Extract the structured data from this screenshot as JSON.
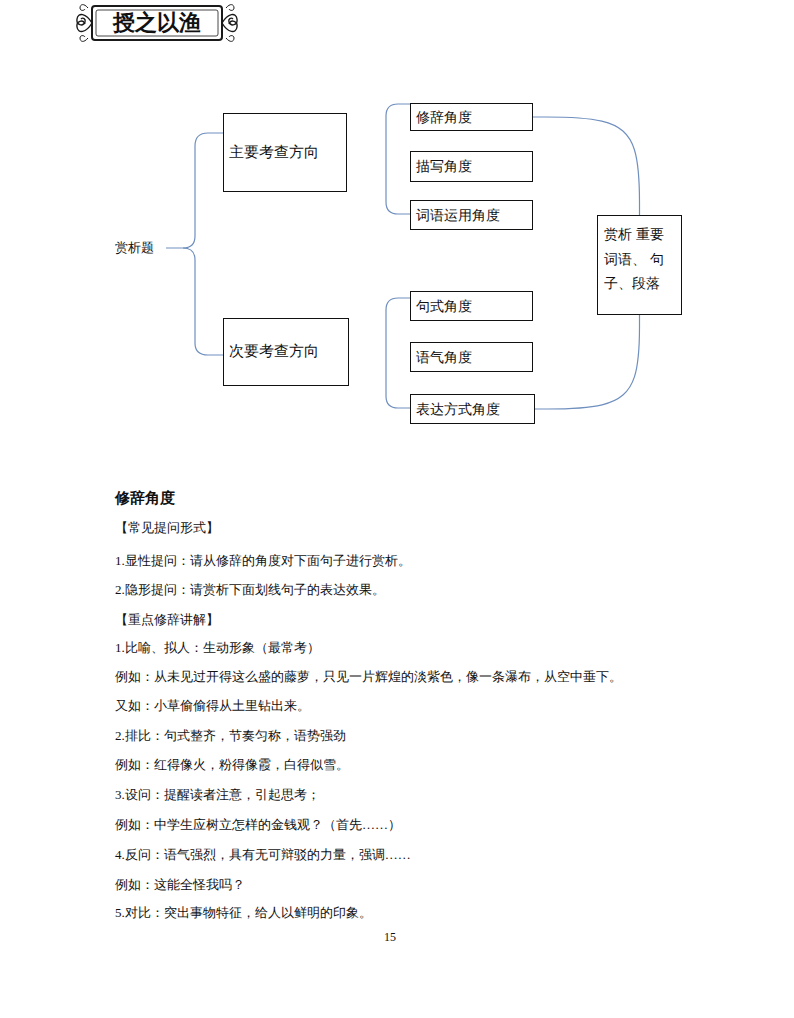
{
  "diagram": {
    "title": "授之以渔",
    "nodes": [
      {
        "text": [
          "主要考查方向"
        ]
      },
      {
        "text": [
          "修辞角度"
        ]
      },
      {
        "text": [
          "描写角度"
        ]
      },
      {
        "text": [
          "词语运用角度"
        ]
      },
      {
        "text": [
          "赏析 重要词语、 句子、段落"
        ]
      },
      {
        "text": [
          "次要考查方向"
        ]
      },
      {
        "text": [
          "句式角度"
        ]
      },
      {
        "text": [
          "语气角度"
        ]
      },
      {
        "text": [
          "表达方式角度"
        ]
      }
    ],
    "edges": [
      {
        "from": 1,
        "to": 4,
        "arrow": "none"
      },
      {
        "from": 8,
        "to": 4,
        "arrow": "none"
      }
    ],
    "labels": [
      "赏析题",
      "修辞角度",
      "【常见提问形式】",
      "1.显性提问：请从修辞的角度对下面句子进行赏析。",
      "2.隐形提问：请赏析下面划线句子的表达效果。",
      "【重点修辞讲解】",
      "1.比喻、拟人：生动形象（最常考）",
      "例如：从未见过开得这么盛的藤萝，只见一片辉煌的淡紫色，像一条瀑布，从空中垂下。",
      "又如：小草偷偷得从土里钻出来。",
      "2.排比：句式整齐，节奏匀称，语势强劲",
      "例如：红得像火，粉得像霞，白得似雪。",
      "3.设问：提醒读者注意，引起思考；",
      "例如：中学生应树立怎样的金钱观？（首先……）",
      "4.反问：语气强烈，具有无可辩驳的力量，强调……",
      "例如：这能全怪我吗？",
      "5.对比：突出事物特征，给人以鲜明的印象。",
      "15"
    ]
  }
}
